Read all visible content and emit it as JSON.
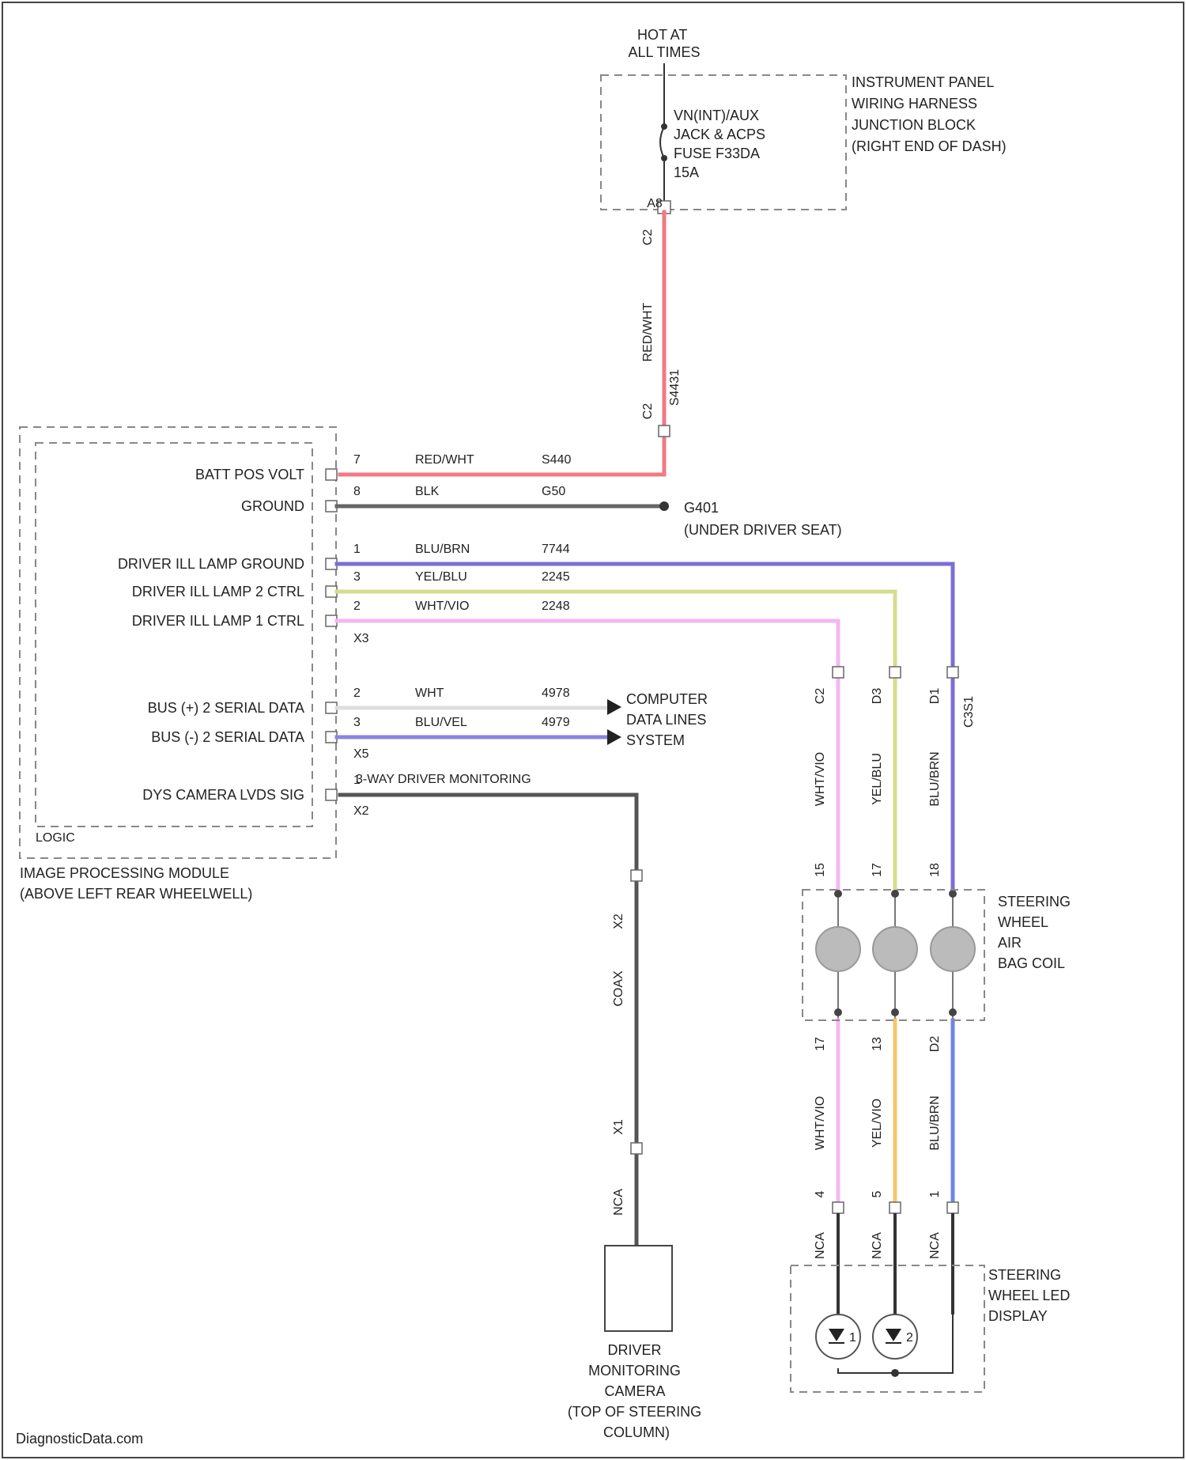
{
  "footer": "DiagnosticData.com",
  "power_source": {
    "hot_label": "HOT AT ALL TIMES",
    "fuse_lines": [
      "VN(INT)/AUX",
      "JACK & ACPS",
      "FUSE F33DA",
      "15A"
    ],
    "junction_lines": [
      "INSTRUMENT PANEL",
      "WIRING HARNESS",
      "JUNCTION BLOCK",
      "(RIGHT END OF DASH)"
    ],
    "pin_out": "A8",
    "connector_top": "C2",
    "connector_bottom": "C2",
    "wire_color_label": "RED/WHT",
    "wire_circuit": "S4431"
  },
  "module": {
    "name_lines": [
      "IMAGE PROCESSING MODULE",
      "(ABOVE LEFT REAR WHEELWELL)"
    ],
    "logic_label": "LOGIC",
    "pins": [
      {
        "name": "BATT POS VOLT",
        "pin": "7",
        "color": "RED/WHT",
        "circuit": "S440",
        "wire_hex": "#f07a85"
      },
      {
        "name": "GROUND",
        "pin": "8",
        "color": "BLK",
        "circuit": "G50",
        "wire_hex": "#666666"
      },
      {
        "name": "DRIVER ILL LAMP GROUND",
        "pin": "1",
        "color": "BLU/BRN",
        "circuit": "7744",
        "wire_hex": "#7b6fd6"
      },
      {
        "name": "DRIVER ILL LAMP 2 CTRL",
        "pin": "3",
        "color": "YEL/BLU",
        "circuit": "2245",
        "wire_hex": "#d6dc8e"
      },
      {
        "name": "DRIVER ILL LAMP 1 CTRL",
        "pin": "2",
        "color": "WHT/VIO",
        "circuit": "2248",
        "wire_hex": "#f2b8f0"
      },
      {
        "name": "BUS (+) 2 SERIAL DATA",
        "pin": "2",
        "color": "WHT",
        "circuit": "4978",
        "wire_hex": "#dddddd"
      },
      {
        "name": "BUS (-) 2 SERIAL DATA",
        "pin": "3",
        "color": "BLU/VEL",
        "circuit": "4979",
        "wire_hex": "#8b84dc"
      },
      {
        "name": "DYS CAMERA LVDS SIG",
        "pin": "1",
        "color": "",
        "circuit": "",
        "wire_hex": "#555555"
      }
    ],
    "connector_x3": "X3",
    "connector_x5": "X5",
    "connector_x2": "X2"
  },
  "ground": {
    "name": "G401",
    "location": "(UNDER DRIVER SEAT)"
  },
  "data_system": [
    "COMPUTER",
    "DATA LINES",
    "SYSTEM"
  ],
  "coax": {
    "label": "3-WAY DRIVER MONITORING",
    "wire_lines": [
      "COAX"
    ],
    "pins": [
      "X2",
      "X1"
    ],
    "term": "NCA"
  },
  "camera": {
    "name_lines": [
      "DRIVER",
      "MONITORING",
      "CAMERA",
      "(TOP OF STEERING",
      "COLUMN)"
    ]
  },
  "steering_coil": {
    "name_lines": [
      "STEERING",
      "WHEEL",
      "AIR",
      "BAG COIL"
    ],
    "upper_connector": "C3S1",
    "upper_labels": [
      {
        "pin": "C2",
        "color": "WHT/VIO",
        "pin_low": "15"
      },
      {
        "pin": "D3",
        "color": "YEL/BLU",
        "pin_low": "17"
      },
      {
        "pin": "D1",
        "color": "BLU/BRN",
        "pin_low": "18"
      }
    ],
    "lower_labels": [
      {
        "pin": "17",
        "color": "WHT/VIO",
        "pin_low": "4"
      },
      {
        "pin": "13",
        "color": "YEL/VIO",
        "pin_low": "5"
      },
      {
        "pin": "D2",
        "color": "BLU/BRN",
        "pin_low": "1"
      }
    ],
    "ncs": [
      "NCA",
      "NCA",
      "NCA"
    ]
  },
  "led_display": {
    "name_lines": [
      "STEERING",
      "WHEEL LED",
      "DISPLAY"
    ],
    "leds": [
      "1",
      "2"
    ]
  }
}
